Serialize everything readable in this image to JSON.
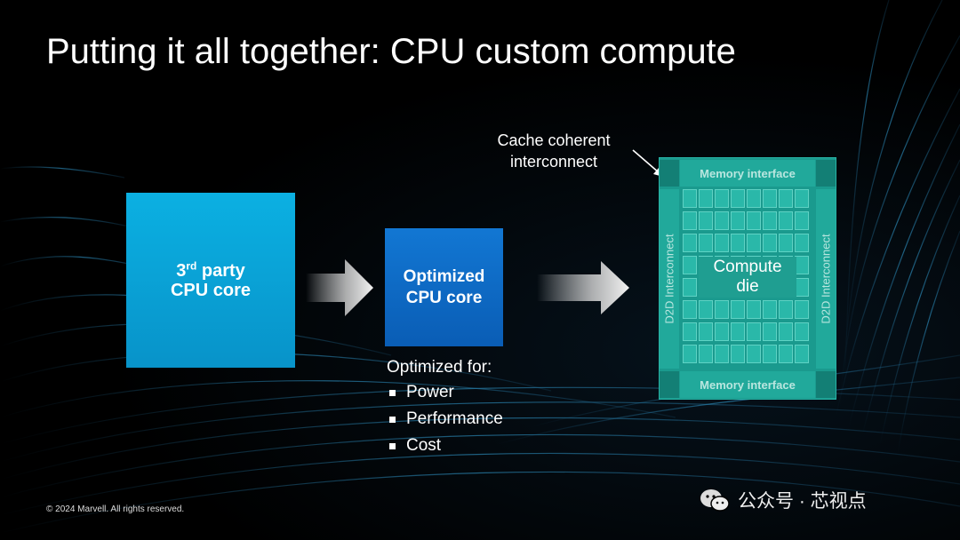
{
  "slide": {
    "title": "Putting it all together: CPU custom compute",
    "footer": "© 2024 Marvell. All rights reserved."
  },
  "diagram": {
    "box_3rd_party": {
      "superscript_part": "3",
      "superscript": "rd",
      "line1_rest": " party",
      "line2": "CPU core"
    },
    "box_optimized": {
      "line1": "Optimized",
      "line2": "CPU core"
    },
    "optimized_for": {
      "heading": "Optimized for:",
      "items": [
        "Power",
        "Performance",
        "Cost"
      ]
    },
    "cache_label": "Cache coherent interconnect",
    "die": {
      "memory_top": "Memory interface",
      "memory_bottom": "Memory interface",
      "d2d_left": "D2D Interconnect",
      "d2d_right": "D2D Interconnect",
      "compute_line1": "Compute",
      "compute_line2": "die"
    }
  },
  "watermark": {
    "text": "公众号 · 芯视点"
  },
  "colors": {
    "box_3rd_party": "#0bb0e2",
    "box_optimized": "#1277d3",
    "die": "#1a9a8e",
    "die_cells": "#2ab8a9"
  }
}
